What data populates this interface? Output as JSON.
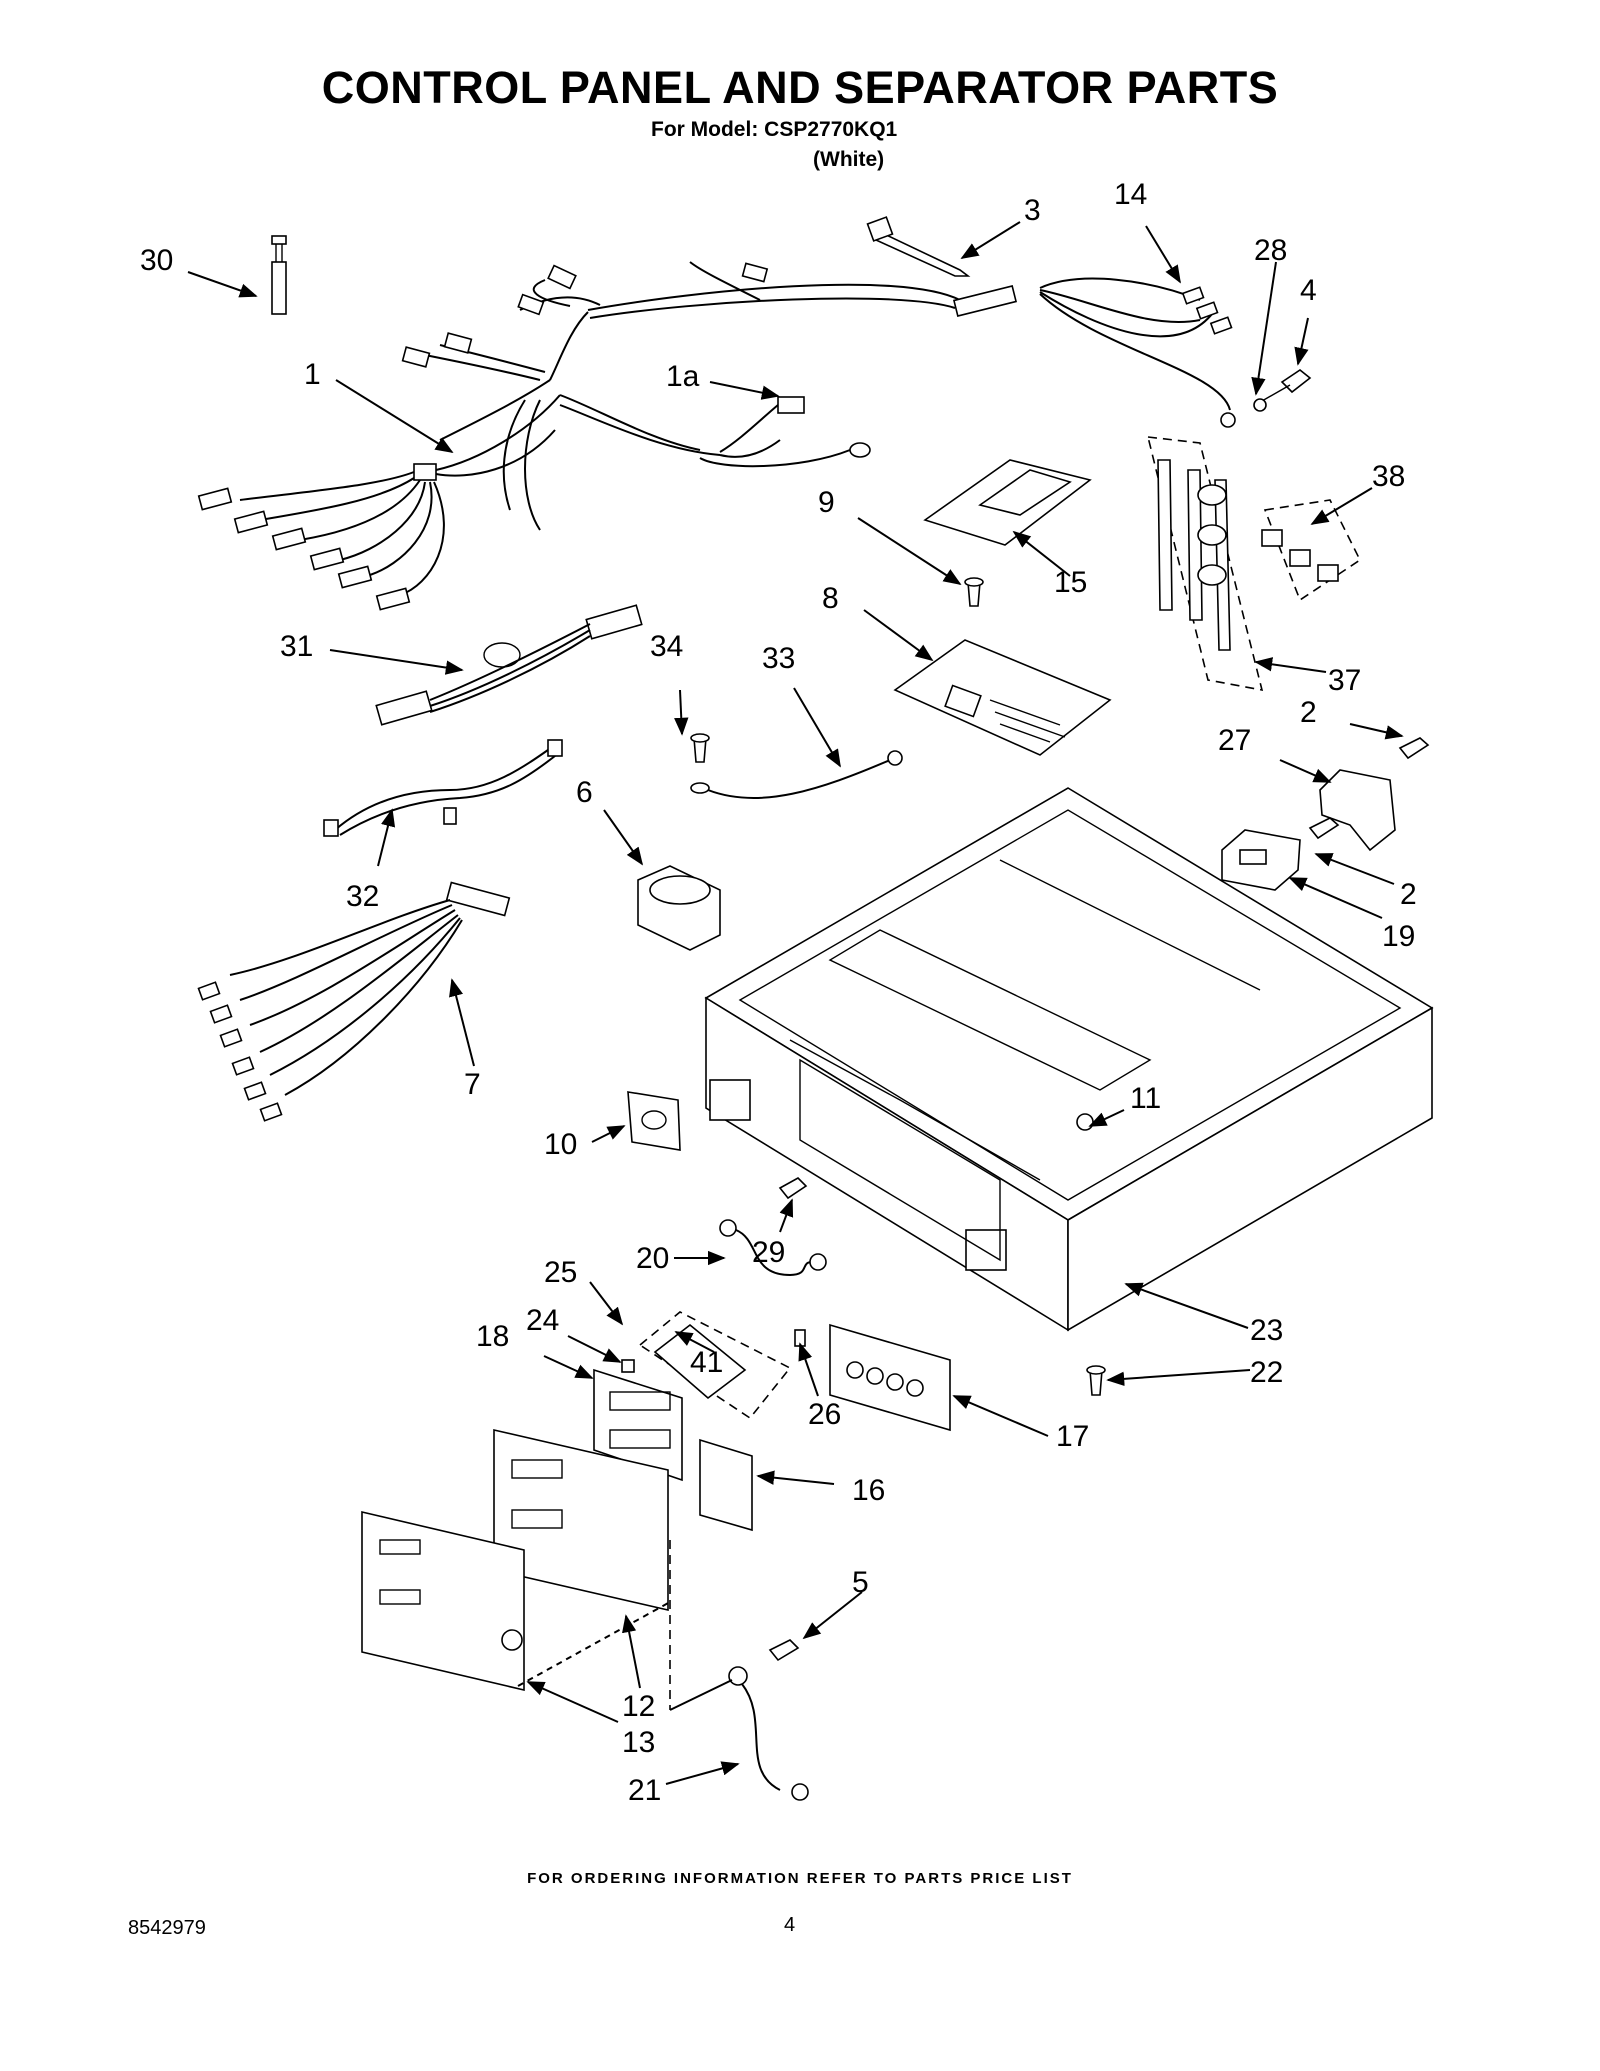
{
  "header": {
    "title": "CONTROL PANEL AND SEPARATOR PARTS",
    "model_line": "For Model: CSP2770KQ1",
    "variant": "(White)"
  },
  "footer": {
    "note": "FOR ORDERING INFORMATION REFER TO PARTS PRICE LIST",
    "doc_number": "8542979",
    "page": "4"
  },
  "callouts": [
    "1",
    "1a",
    "2",
    "2",
    "3",
    "4",
    "5",
    "6",
    "7",
    "8",
    "9",
    "10",
    "11",
    "12",
    "13",
    "14",
    "15",
    "16",
    "17",
    "18",
    "19",
    "20",
    "21",
    "22",
    "23",
    "24",
    "25",
    "26",
    "27",
    "28",
    "29",
    "30",
    "31",
    "32",
    "33",
    "34",
    "37",
    "38",
    "41"
  ]
}
